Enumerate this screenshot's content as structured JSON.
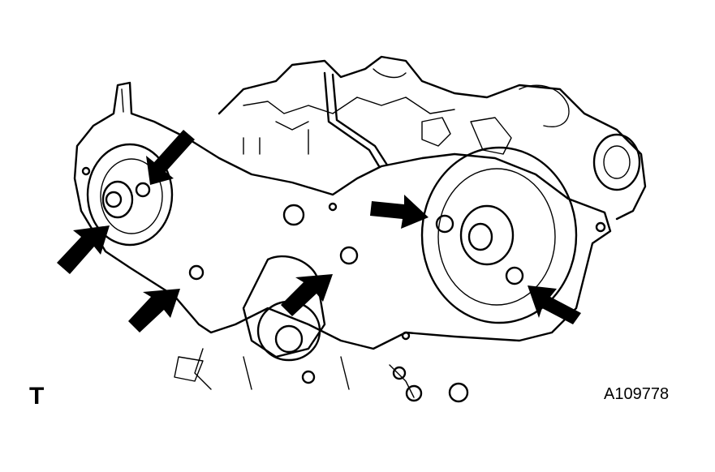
{
  "diagram": {
    "corner_mark": "T",
    "figure_id": "A109778",
    "arrow_count": 6
  }
}
